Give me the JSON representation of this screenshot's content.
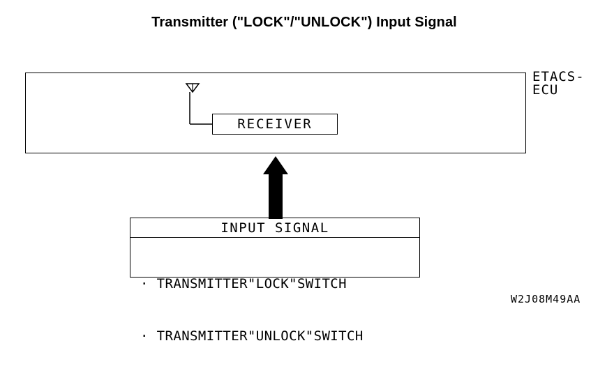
{
  "title": "Transmitter (\"LOCK\"/\"UNLOCK\") Input Signal",
  "ecu": {
    "label_line1": "ETACS-",
    "label_line2": "ECU"
  },
  "receiver": {
    "label": "RECEIVER"
  },
  "input_signal": {
    "header": "INPUT SIGNAL",
    "items": [
      "· TRANSMITTER\"LOCK\"SWITCH",
      "· TRANSMITTER\"UNLOCK\"SWITCH"
    ]
  },
  "figure_code": "W2J08M49AA",
  "icons": [
    "antenna-icon",
    "up-arrow-icon"
  ]
}
